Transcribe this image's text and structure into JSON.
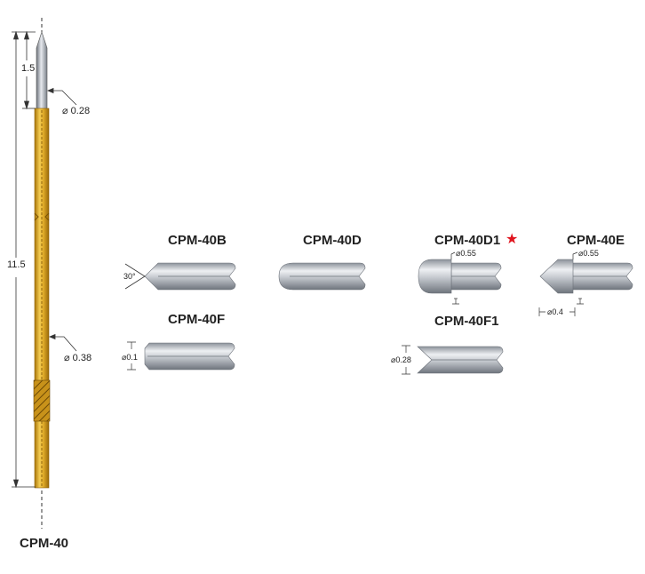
{
  "main_probe": {
    "model": "CPM-40",
    "length_label": "11.5",
    "tip_length_label": "1.5",
    "tip_diameter_label": "⌀ 0.28",
    "barrel_diameter_label": "⌀ 0.38"
  },
  "tip_variants": [
    {
      "model": "CPM-40B",
      "annotations": [
        "30°"
      ]
    },
    {
      "model": "CPM-40D",
      "annotations": []
    },
    {
      "model": "CPM-40D1",
      "annotations": [
        "⌀0.55"
      ],
      "star": "★"
    },
    {
      "model": "CPM-40E",
      "annotations": [
        "⌀0.55",
        "⌀0.4"
      ]
    },
    {
      "model": "CPM-40F",
      "annotations": [
        "⌀0.1"
      ]
    },
    {
      "model": "CPM-40F1",
      "annotations": [
        "⌀0.28"
      ]
    }
  ],
  "colors": {
    "gold": "#d9a520",
    "silver": "#b8bcc2",
    "star": "#e0141e"
  }
}
